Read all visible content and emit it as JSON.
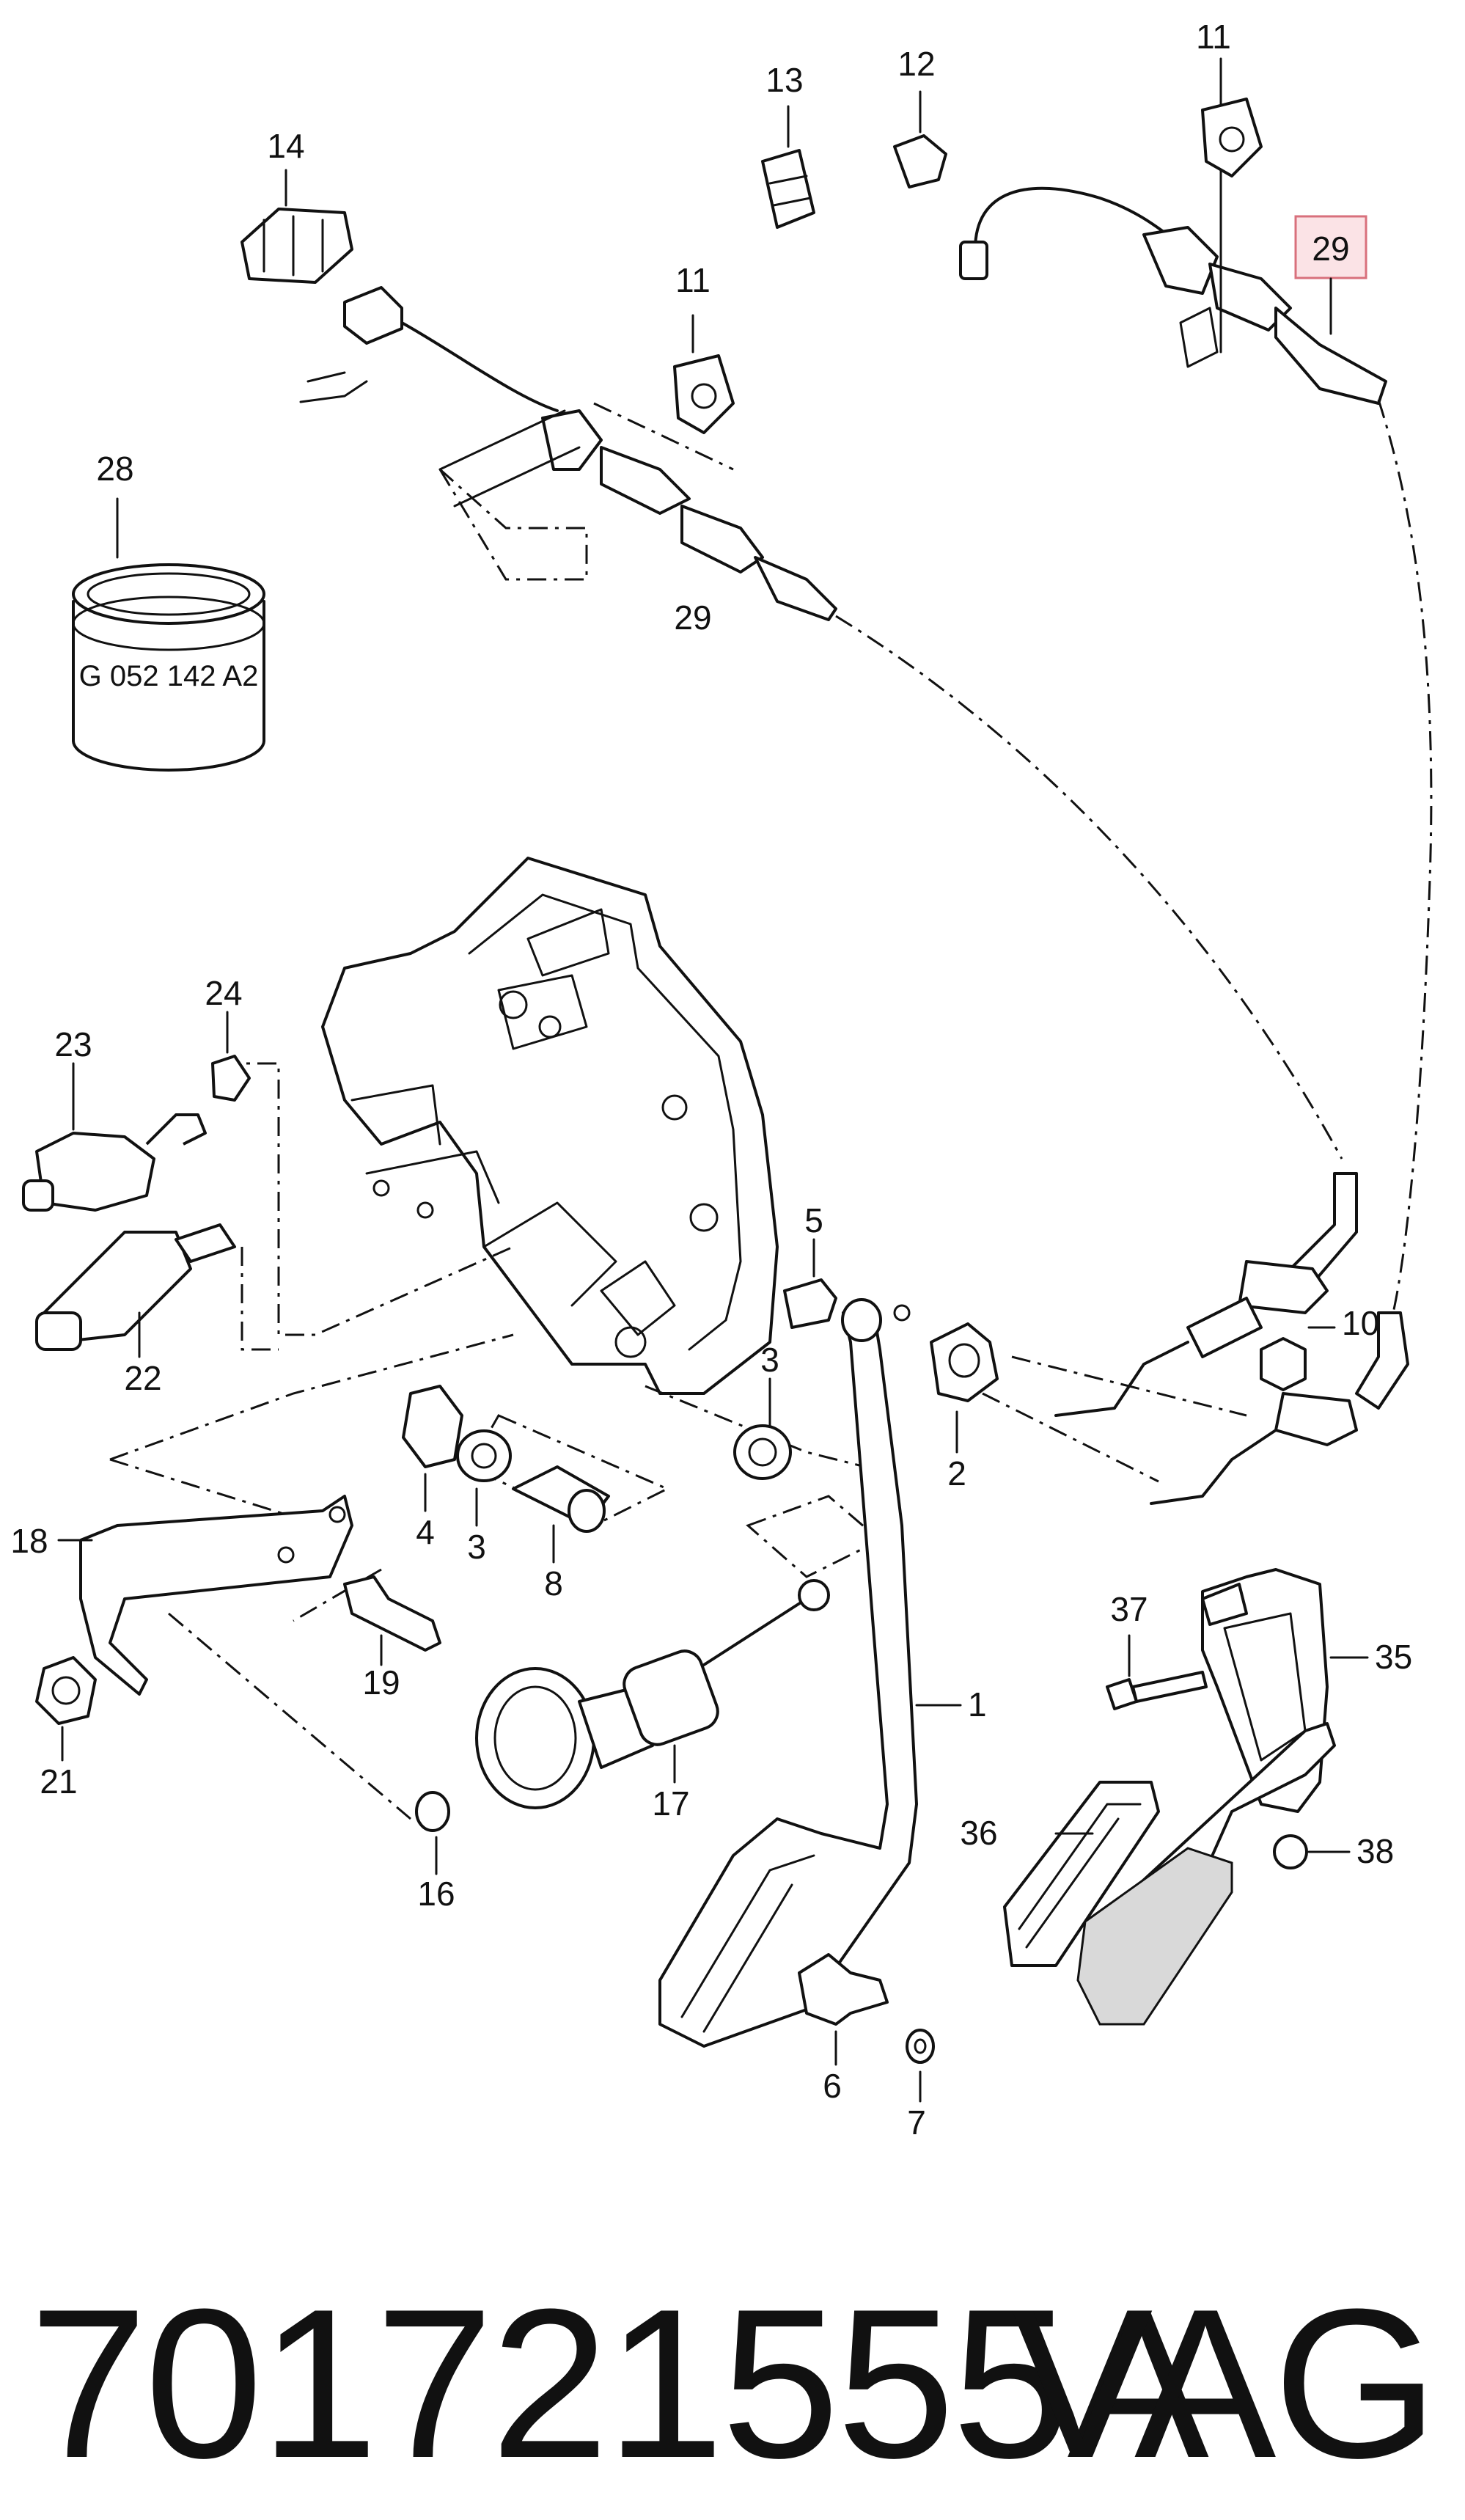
{
  "callouts": [
    {
      "id": "c14",
      "label": "14"
    },
    {
      "id": "c13",
      "label": "13"
    },
    {
      "id": "c12",
      "label": "12"
    },
    {
      "id": "c11a",
      "label": "11"
    },
    {
      "id": "c11b",
      "label": "11"
    },
    {
      "id": "c29a",
      "label": "29"
    },
    {
      "id": "c29b",
      "label": "29",
      "highlighted": true
    },
    {
      "id": "c28",
      "label": "28"
    },
    {
      "id": "c24",
      "label": "24"
    },
    {
      "id": "c23",
      "label": "23"
    },
    {
      "id": "c22",
      "label": "22"
    },
    {
      "id": "c5",
      "label": "5"
    },
    {
      "id": "c10",
      "label": "10"
    },
    {
      "id": "c3a",
      "label": "3"
    },
    {
      "id": "c2",
      "label": "2"
    },
    {
      "id": "c4",
      "label": "4"
    },
    {
      "id": "c3b",
      "label": "3"
    },
    {
      "id": "c8",
      "label": "8"
    },
    {
      "id": "c18",
      "label": "18"
    },
    {
      "id": "c19",
      "label": "19"
    },
    {
      "id": "c21",
      "label": "21"
    },
    {
      "id": "c16",
      "label": "16"
    },
    {
      "id": "c17",
      "label": "17"
    },
    {
      "id": "c1",
      "label": "1"
    },
    {
      "id": "c37",
      "label": "37"
    },
    {
      "id": "c35",
      "label": "35"
    },
    {
      "id": "c36",
      "label": "36"
    },
    {
      "id": "c38",
      "label": "38"
    },
    {
      "id": "c6",
      "label": "6"
    },
    {
      "id": "c7",
      "label": "7"
    }
  ],
  "part_stamp": "G 052 142 A2",
  "footer": {
    "part_number": "701721555A",
    "brand": "VAG"
  },
  "colors": {
    "line": "#111111",
    "highlight_fill": "#fbe3e6",
    "highlight_stroke": "#d8707c"
  }
}
